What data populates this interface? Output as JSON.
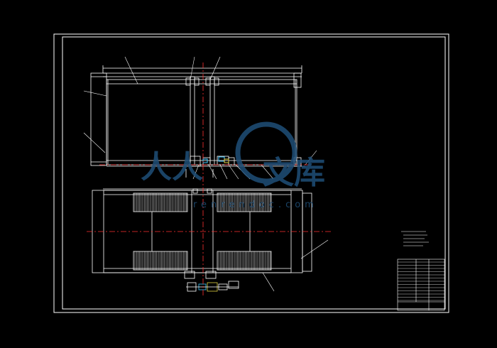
{
  "watermark": {
    "text_left": "人人",
    "text_right": "文库",
    "url": "renrendoc.com",
    "color": "#1f4f78"
  },
  "colors": {
    "line": "#ffffff",
    "centerline": "#ff3030",
    "accent_cyan": "#40c8ff",
    "accent_yellow": "#e0d040",
    "background": "#000000"
  }
}
